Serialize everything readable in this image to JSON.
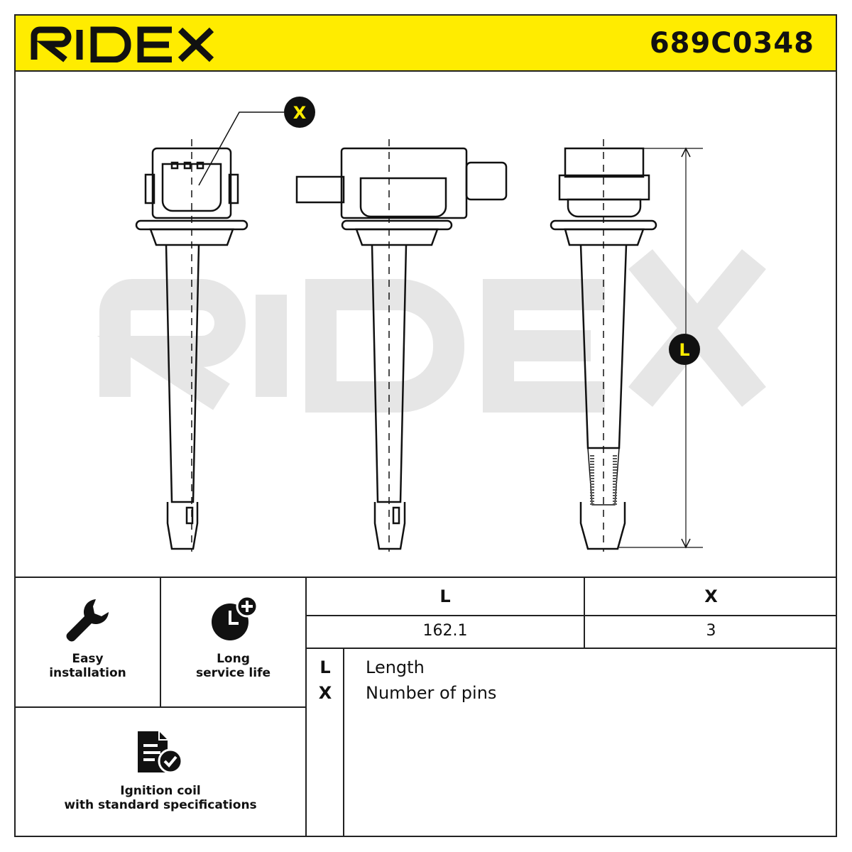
{
  "header": {
    "brand": "RIDEX",
    "part_number": "689C0348",
    "accent_color": "#ffec00"
  },
  "drawing": {
    "callout_x": "X",
    "callout_l": "L",
    "watermark": "RIDEX"
  },
  "features": [
    {
      "icon": "wrench-icon",
      "label_line1": "Easy",
      "label_line2": "installation"
    },
    {
      "icon": "clock-plus-icon",
      "label_line1": "Long",
      "label_line2": "service life"
    },
    {
      "icon": "document-check-icon",
      "label_line1": "Ignition coil",
      "label_line2": "with standard specifications"
    }
  ],
  "specs": {
    "columns": [
      "L",
      "X"
    ],
    "values": [
      "162.1",
      "3"
    ]
  },
  "legend": [
    {
      "key": "L",
      "text": "Length"
    },
    {
      "key": "X",
      "text": "Number of pins"
    }
  ]
}
